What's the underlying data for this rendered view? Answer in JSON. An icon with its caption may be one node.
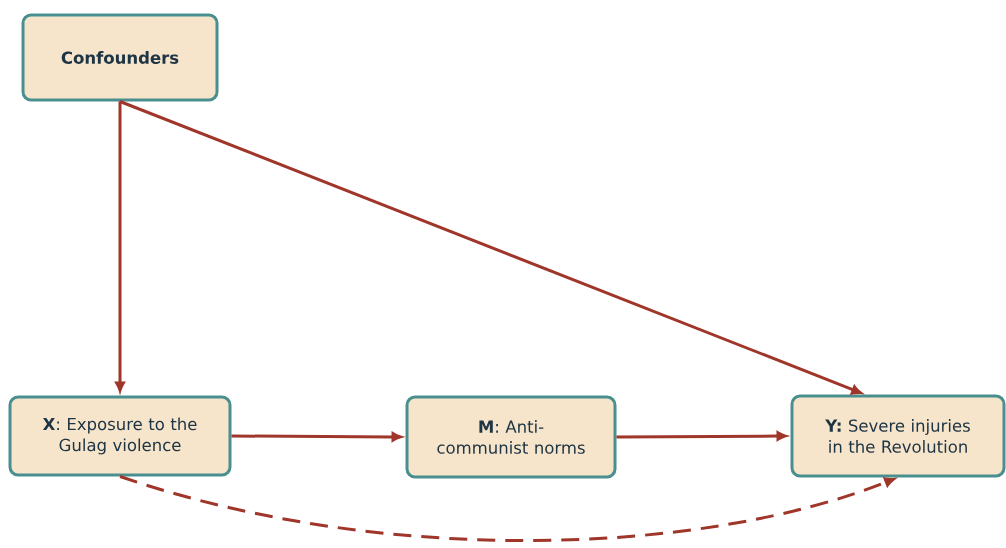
{
  "diagram": {
    "nodes": [
      {
        "text": [
          "**Confounders**"
        ]
      },
      {
        "text": [
          "**X**: Exposure to the Gulag violence"
        ]
      },
      {
        "text": [
          "**M**: Anti-communist norms"
        ]
      },
      {
        "text": [
          "**Y:** Severe injuries in the Revolution"
        ]
      }
    ],
    "edges": [
      {
        "from": 0,
        "to": 1,
        "arrow": "to"
      },
      {
        "from": 0,
        "to": 3,
        "arrow": "to"
      },
      {
        "from": 1,
        "to": 2,
        "arrow": "to"
      },
      {
        "from": 2,
        "to": 3,
        "arrow": "to"
      },
      {
        "from": 1,
        "to": 3,
        "arrow": "to",
        "style": "dashed"
      }
    ]
  }
}
